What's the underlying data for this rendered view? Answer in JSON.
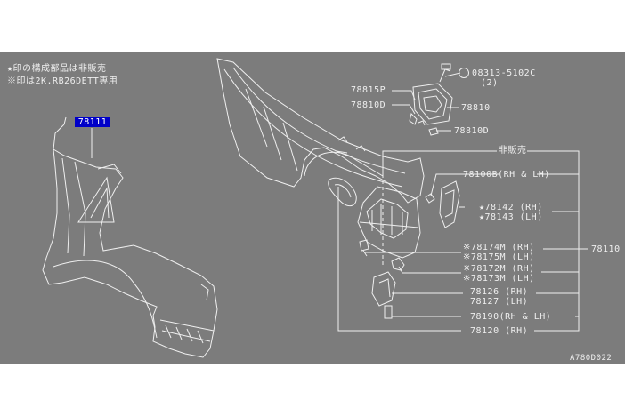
{
  "notes": {
    "line1": "★印の構成部品は非販売",
    "line2": "※印は2K.RB26DETT専用"
  },
  "selected_part": "78111",
  "bolt": {
    "code": "08313-5102C",
    "qty": "(2)"
  },
  "labels": {
    "p78815P": "78815P",
    "p78810D_left": "78810D",
    "p78810": "78810",
    "p78810D_right": "78810D",
    "not_sold": "非販売",
    "p78100B": "78100B(RH & LH)",
    "p78142": "★78142 (RH)",
    "p78143": "★78143 (LH)",
    "p78174M": "※78174M (RH)",
    "p78175M": "※78175M (LH)",
    "p78110": "78110",
    "p78172M": "※78172M (RH)",
    "p78173M": "※78173M (LH)",
    "p78126": "78126 (RH)",
    "p78127": "78127 (LH)",
    "p78190": "78190(RH & LH)",
    "p78120": "78120 (RH)"
  },
  "figure_code": "A780D022",
  "colors": {
    "panel": "#7c7c7c",
    "ink": "#efefef",
    "highlight": "#0000c8"
  }
}
